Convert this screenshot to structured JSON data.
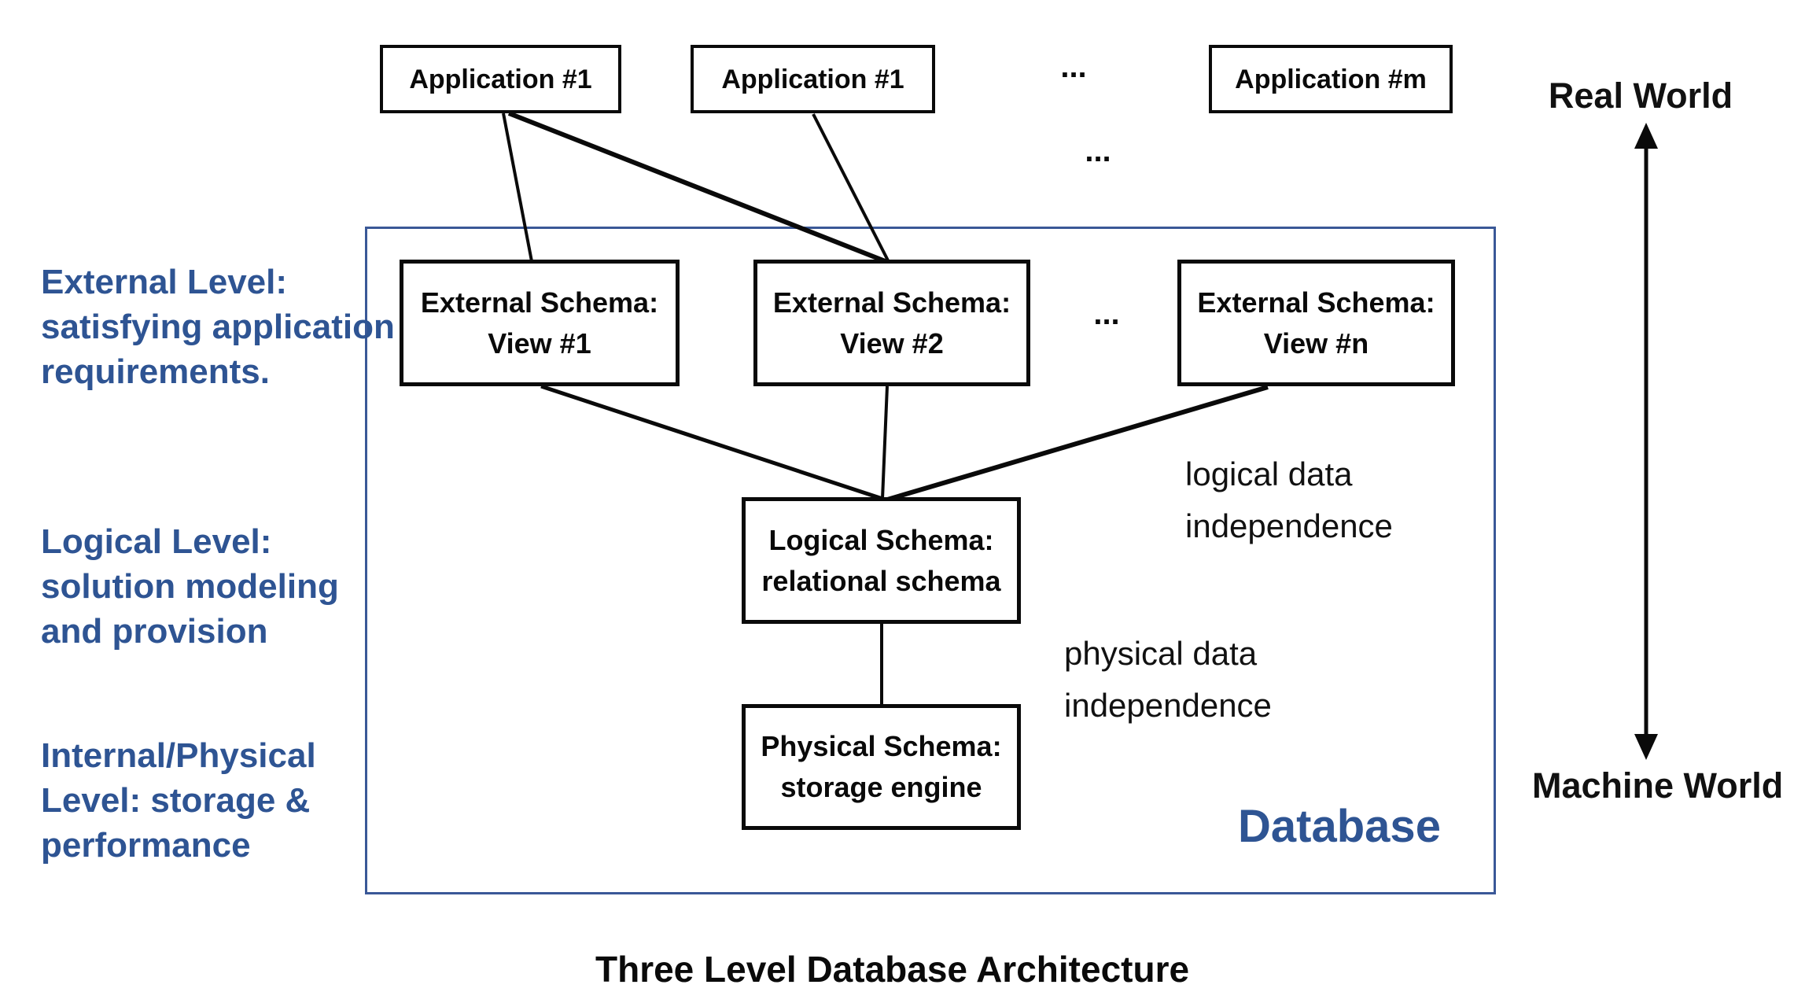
{
  "title": "Three Level Database Architecture",
  "ellipsis": "...",
  "applications": [
    {
      "label": "Application #1"
    },
    {
      "label": "Application #1"
    },
    {
      "label": "Application #m"
    }
  ],
  "external_schemas": [
    {
      "line1": "External Schema:",
      "line2": "View #1"
    },
    {
      "line1": "External Schema:",
      "line2": "View #2"
    },
    {
      "line1": "External Schema:",
      "line2": "View #n"
    }
  ],
  "logical_schema": {
    "line1": "Logical Schema:",
    "line2": "relational schema"
  },
  "physical_schema": {
    "line1": "Physical Schema:",
    "line2": "storage engine"
  },
  "levels": [
    {
      "lines": [
        "External Level:",
        "satisfying application",
        "requirements."
      ]
    },
    {
      "lines": [
        "Logical Level:",
        "solution modeling",
        "and provision"
      ]
    },
    {
      "lines": [
        "Internal/Physical",
        "Level: storage &",
        "performance"
      ]
    }
  ],
  "annotations": {
    "logical": {
      "line1": "logical data",
      "line2": "independence"
    },
    "physical": {
      "line1": "physical data",
      "line2": "independence"
    }
  },
  "database_label": "Database",
  "real_world": "Real World",
  "machine_world": "Machine World",
  "colors": {
    "blue_text": "#2E5493",
    "blue_border": "#3A5897",
    "line_black": "#0a0a0a"
  }
}
